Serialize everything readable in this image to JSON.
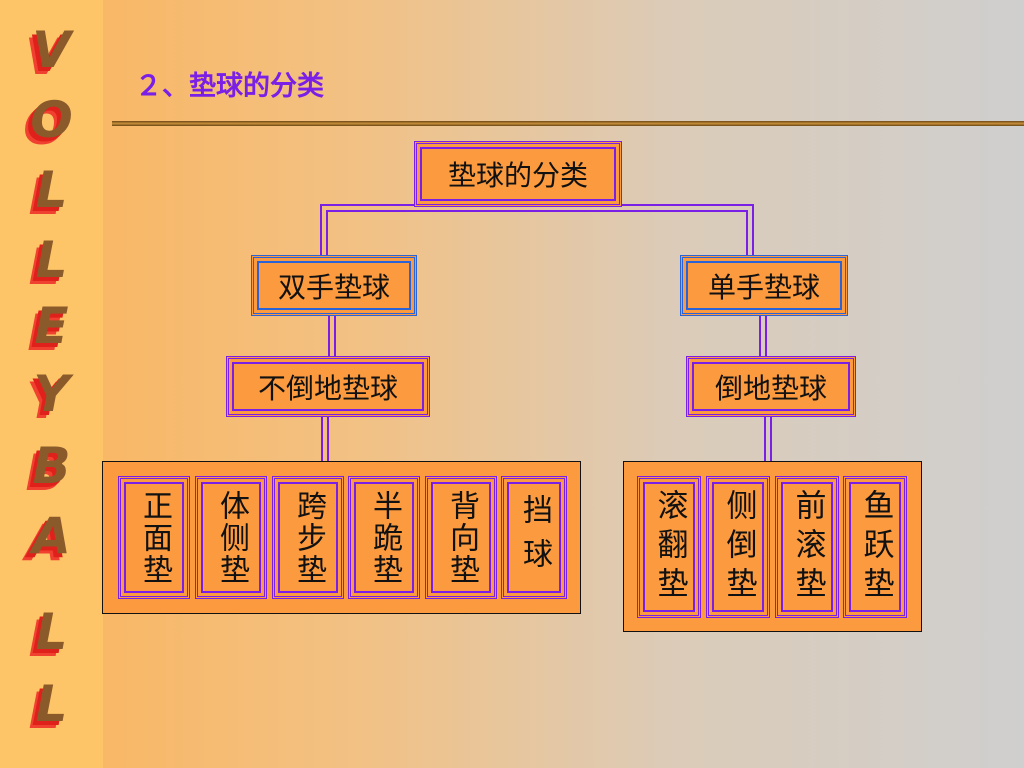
{
  "title": "２、垫球的分类",
  "side_text": [
    "V",
    "O",
    "L",
    "L",
    "E",
    "Y",
    "B",
    "A",
    "L",
    "L"
  ],
  "root": "垫球的分类",
  "level1": [
    "双手垫球",
    "单手垫球"
  ],
  "level2": [
    "不倒地垫球",
    "倒地垫球"
  ],
  "left_leaves": [
    "正面垫",
    "体侧垫",
    "跨步垫",
    "半跪垫",
    "背向垫",
    "挡球"
  ],
  "right_leaves": [
    "滚翻垫",
    "侧倒垫",
    "前滚垫",
    "鱼跃垫"
  ],
  "colors": {
    "node_fill": "#fb9a3f",
    "purple_border": "#7a1fe6",
    "blue_border": "#2a63d8",
    "title": "#7a1fe6"
  }
}
